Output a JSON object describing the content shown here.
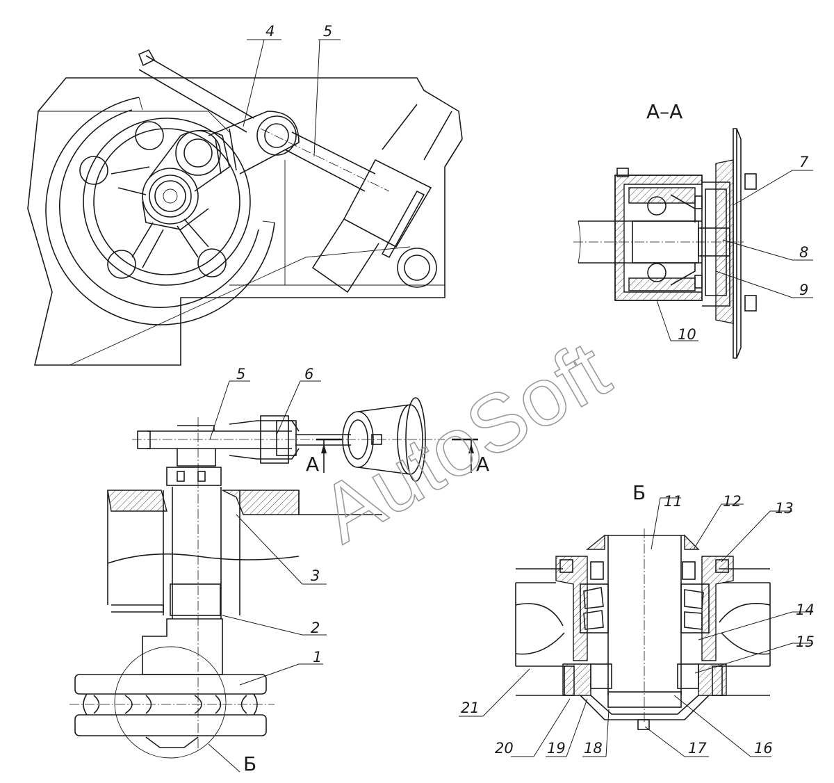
{
  "section_labels": {
    "view_aa": "А–А",
    "view_b": "Б",
    "view_b_callout": "Б",
    "cut_a_left": "А",
    "cut_a_right": "А"
  },
  "watermark": "AutoSoft",
  "callouts": {
    "c1": "1",
    "c2": "2",
    "c3": "3",
    "c4": "4",
    "c5_top": "5",
    "c5_mid": "5",
    "c6": "6",
    "c7": "7",
    "c8": "8",
    "c9": "9",
    "c10": "10",
    "c11": "11",
    "c12": "12",
    "c13": "13",
    "c14": "14",
    "c15": "15",
    "c16": "16",
    "c17": "17",
    "c18": "18",
    "c19": "19",
    "c20": "20",
    "c21": "21"
  },
  "colors": {
    "ink": "#1a1a1a",
    "watermark": "#9a9a9a",
    "paper": "#ffffff"
  }
}
